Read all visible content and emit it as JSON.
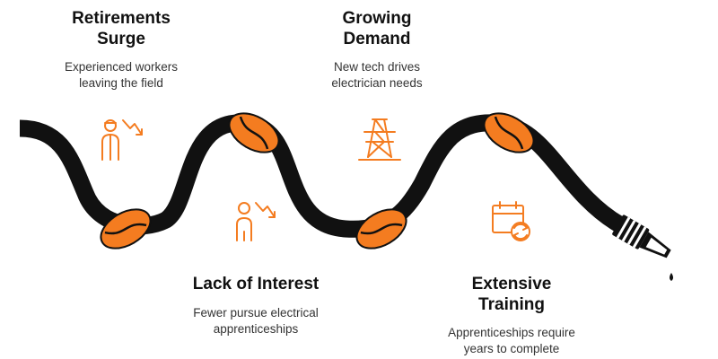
{
  "colors": {
    "hose": "#111111",
    "knot": "#F47C20",
    "icon": "#F47C20",
    "text": "#111111"
  },
  "steps": [
    {
      "heading": [
        "Retirements",
        "Surge"
      ],
      "description": [
        "Experienced workers",
        "leaving the field"
      ],
      "icon": "worker-down-icon"
    },
    {
      "heading": [
        "Growing",
        "Demand"
      ],
      "description": [
        "New tech drives",
        "electrician needs"
      ],
      "icon": "power-tower-icon"
    },
    {
      "heading": [
        "Lack of Interest"
      ],
      "description": [
        "Fewer pursue electrical",
        "apprenticeships"
      ],
      "icon": "person-down-icon"
    },
    {
      "heading": [
        "Extensive",
        "Training"
      ],
      "description": [
        "Apprenticeships require",
        "years to complete"
      ],
      "icon": "calendar-cycle-icon"
    }
  ]
}
